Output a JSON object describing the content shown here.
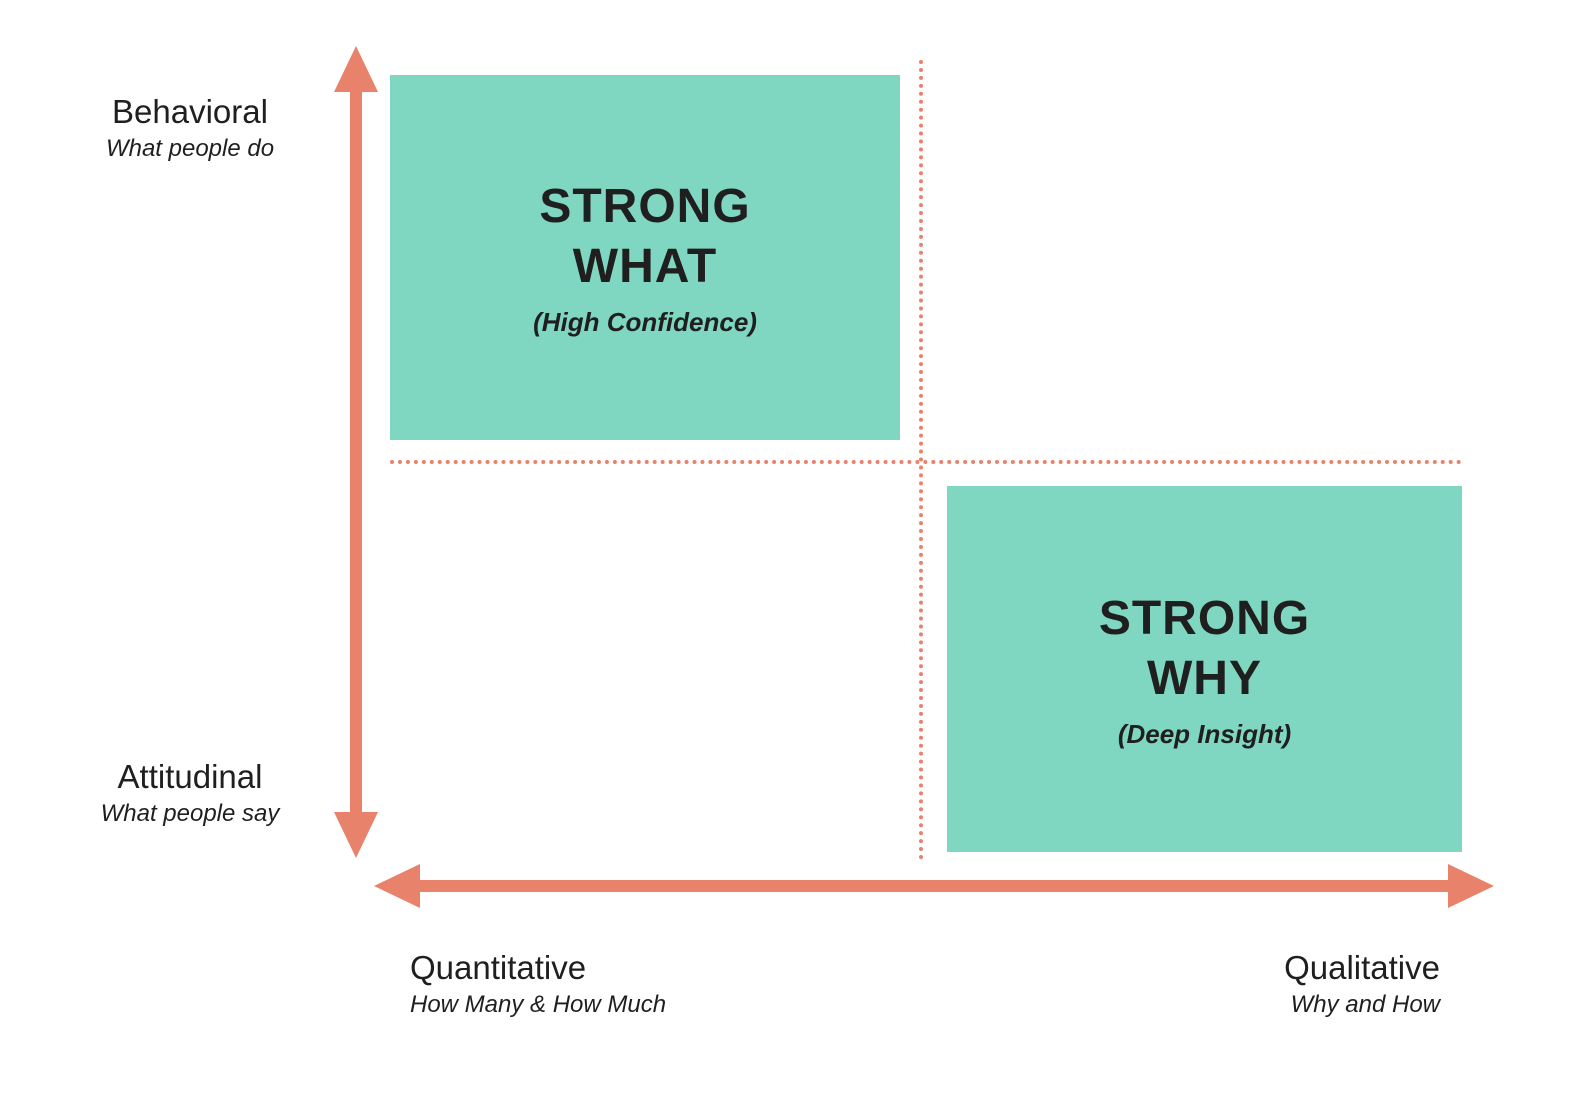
{
  "colors": {
    "teal": "#7FD6C1",
    "salmon": "#E8826B",
    "text": "#1F1F1F"
  },
  "y_axis": {
    "top_label": "Behavioral",
    "top_sublabel": "What people do",
    "bottom_label": "Attitudinal",
    "bottom_sublabel": "What people say"
  },
  "x_axis": {
    "left_label": "Quantitative",
    "left_sublabel": "How Many & How Much",
    "right_label": "Qualitative",
    "right_sublabel": "Why and How"
  },
  "quadrants": {
    "top_left": {
      "title_line1": "STRONG",
      "title_line2": "WHAT",
      "subtitle": "(High Confidence)"
    },
    "bottom_right": {
      "title_line1": "STRONG",
      "title_line2": "WHY",
      "subtitle": "(Deep Insight)"
    }
  }
}
